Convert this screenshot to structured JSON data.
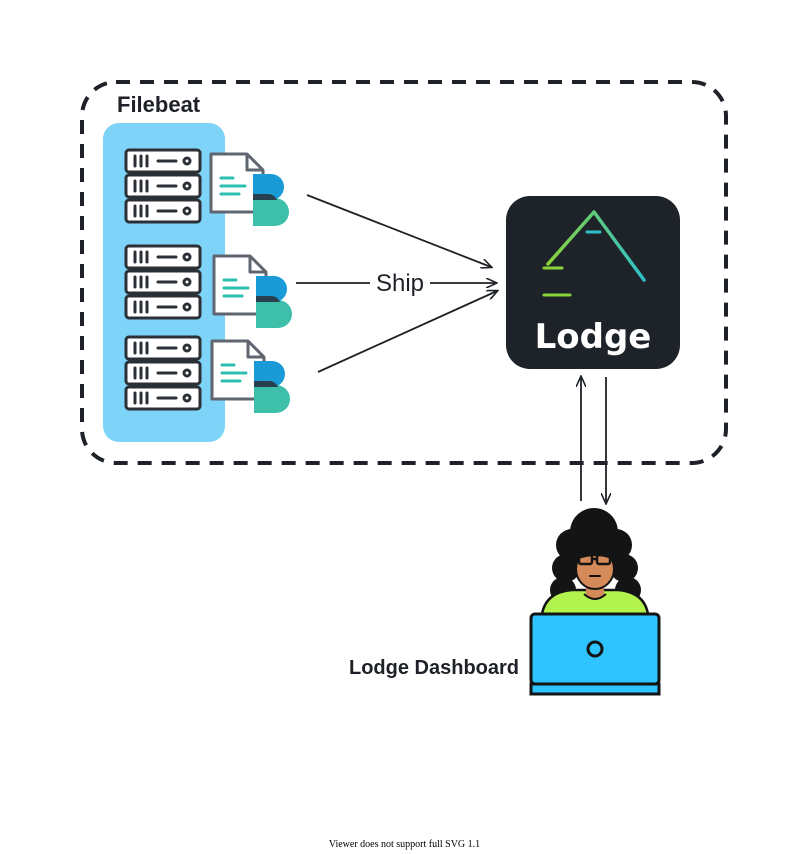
{
  "group": {
    "label": "Filebeat"
  },
  "edge_label": "Ship",
  "logo": {
    "text": "Lodge"
  },
  "user": {
    "label": "Lodge Dashboard"
  },
  "footer": "Viewer does not support full SVG 1.1",
  "colors": {
    "panel": "#7dd3f8",
    "logo_bg": "#1e2229",
    "laptop": "#2ec4ff",
    "shirt": "#b3f34e",
    "accent_teal": "#2bbfb0",
    "accent_blue": "#1a9bd7"
  }
}
